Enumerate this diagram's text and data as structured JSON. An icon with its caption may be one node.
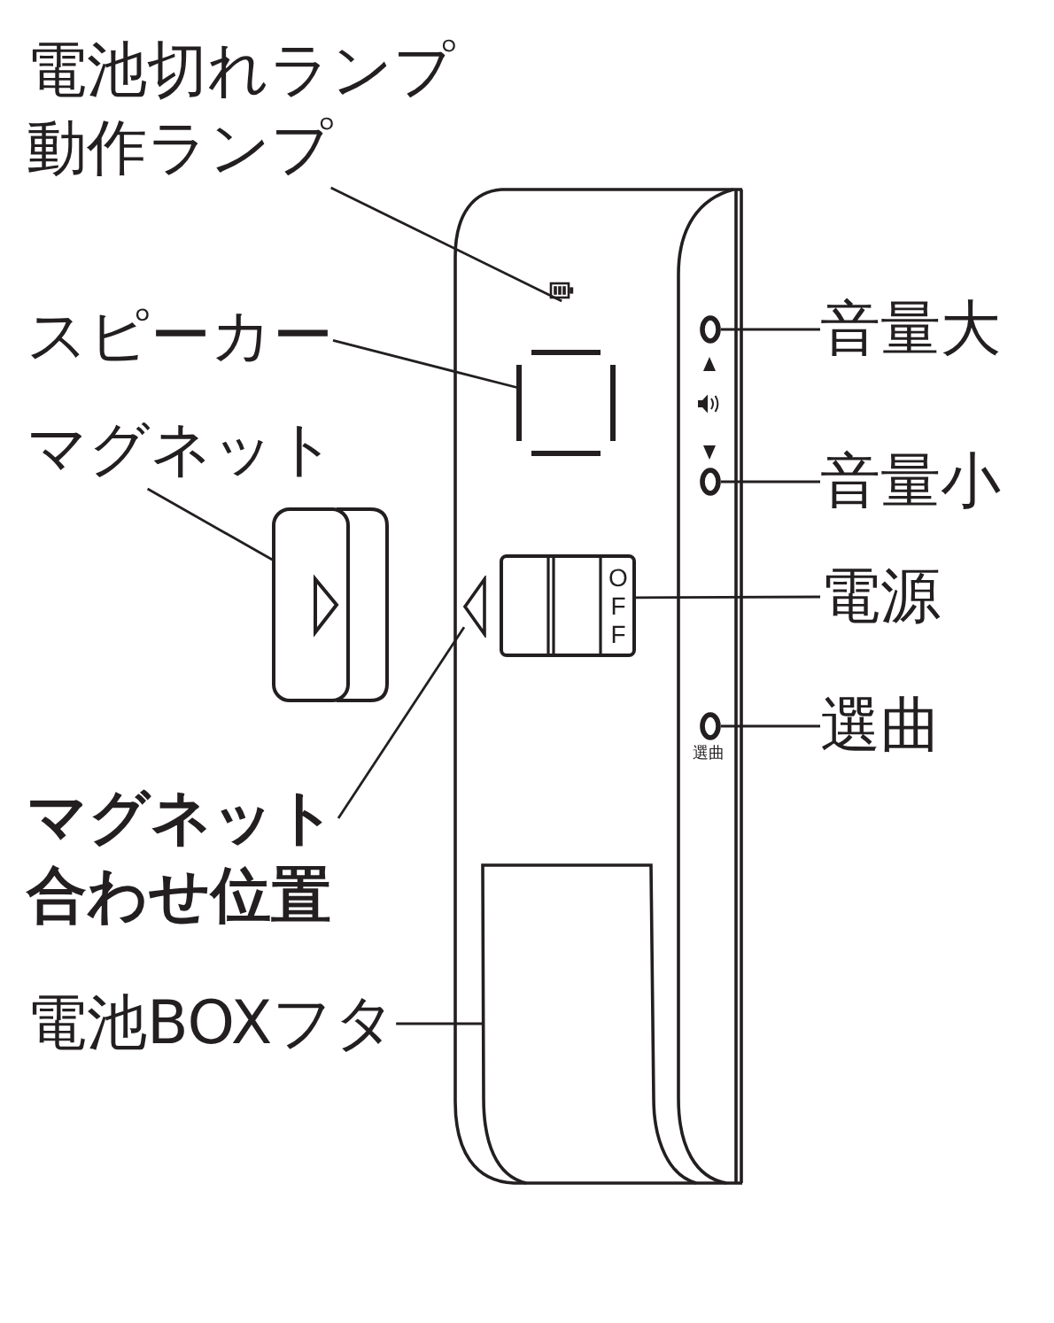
{
  "diagram": {
    "nodes": [
      {
        "text": [
          "電池切れランプ",
          "動作ランプ"
        ]
      },
      {
        "text": [],
        "shape": "picture"
      },
      {
        "text": [
          "スピーカー"
        ]
      },
      {
        "text": [],
        "shape": "box"
      },
      {
        "text": [
          "マグネット"
        ]
      },
      {
        "text": [],
        "shape": "picture"
      },
      {
        "text": [
          "マグネット合わせ位置"
        ]
      },
      {
        "text": [],
        "shape": "triangle"
      },
      {
        "text": [
          "電池BOXフタ"
        ]
      },
      {
        "text": [],
        "shape": "box"
      },
      {
        "text": [
          "音量大"
        ]
      },
      {
        "text": [],
        "shape": "circle"
      },
      {
        "text": [
          "音量小"
        ]
      },
      {
        "text": [],
        "shape": "circle"
      },
      {
        "text": [
          "電源"
        ]
      },
      {
        "text": [
          "OFF"
        ]
      },
      {
        "text": [
          "選曲"
        ]
      },
      {
        "text": [],
        "shape": "circle",
        "beside": [
          "選曲"
        ]
      }
    ],
    "edges": [
      {
        "from": 0,
        "to": 1,
        "arrow": "none"
      },
      {
        "from": 2,
        "to": 3,
        "arrow": "none"
      },
      {
        "from": 4,
        "to": 5,
        "arrow": "none"
      },
      {
        "from": 6,
        "to": 7,
        "arrow": "none"
      },
      {
        "from": 8,
        "to": 9,
        "arrow": "none"
      },
      {
        "from": 10,
        "to": 11,
        "arrow": "none"
      },
      {
        "from": 12,
        "to": 13,
        "arrow": "none"
      },
      {
        "from": 14,
        "to": 15,
        "arrow": "none"
      },
      {
        "from": 16,
        "to": 17,
        "arrow": "none"
      }
    ]
  }
}
